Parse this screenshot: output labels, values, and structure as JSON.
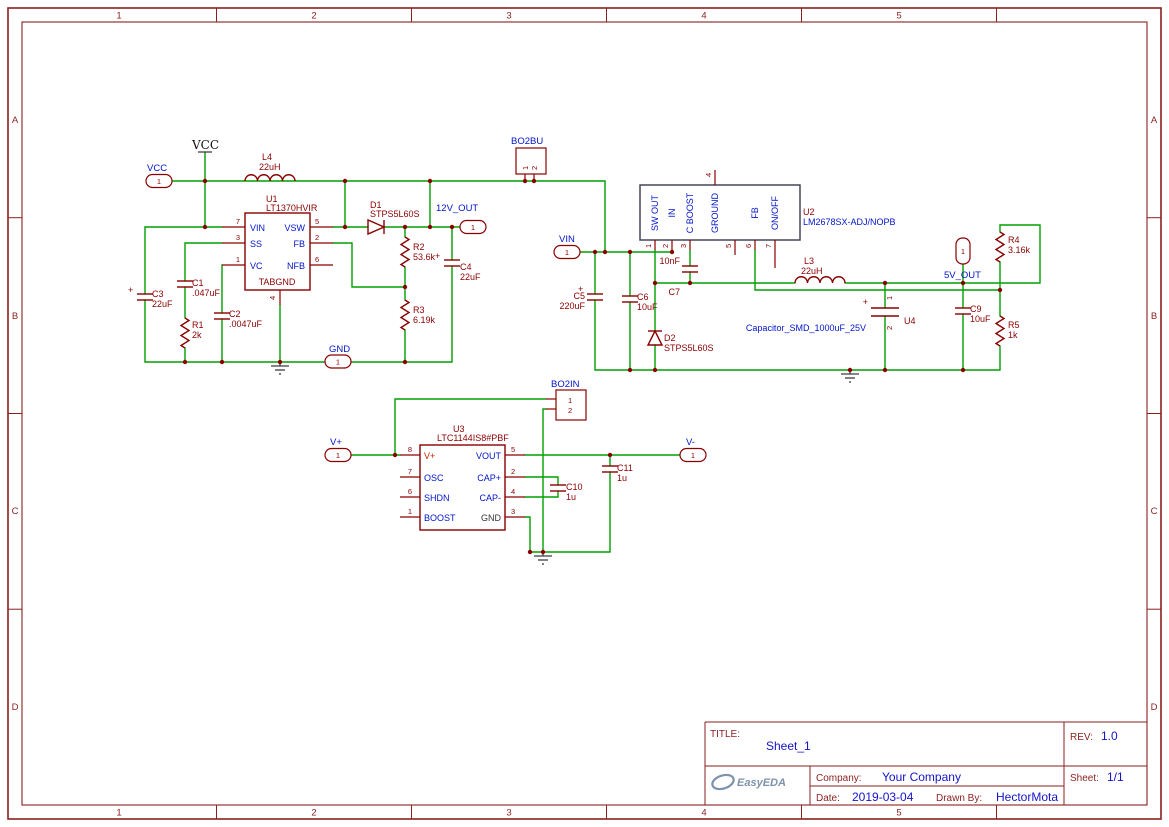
{
  "frame": {
    "columns": [
      "1",
      "2",
      "3",
      "4",
      "5"
    ],
    "rows": [
      "A",
      "B",
      "C",
      "D"
    ]
  },
  "title_block": {
    "title_label": "TITLE:",
    "title": "Sheet_1",
    "rev_label": "REV:",
    "rev": "1.0",
    "company_label": "Company:",
    "company": "Your Company",
    "sheet_label": "Sheet:",
    "sheet": "1/1",
    "date_label": "Date:",
    "date": "2019-03-04",
    "drawn_by_label": "Drawn By:",
    "drawn_by": "HectorMota",
    "logo": "EasyEDA"
  },
  "net_flags": {
    "vcc": "VCC"
  },
  "ports": {
    "vcc": {
      "label": "VCC",
      "pin": "1"
    },
    "out12": {
      "label": "12V_OUT",
      "pin": "1"
    },
    "gnd": {
      "label": "GND",
      "pin": "1"
    },
    "vin": {
      "label": "VIN",
      "pin": "1"
    },
    "out5": {
      "label": "5V_OUT",
      "pin": "1"
    },
    "vplus": {
      "label": "V+",
      "pin": "1"
    },
    "vminus": {
      "label": "V-",
      "pin": "1"
    }
  },
  "connectors": {
    "bo2bu": {
      "label": "BO2BU",
      "pin1": "1",
      "pin2": "2"
    },
    "bo2in": {
      "label": "BO2IN",
      "pin1": "1",
      "pin2": "2"
    }
  },
  "ics": {
    "u1": {
      "ref": "U1",
      "value": "LT1370HVIR",
      "left": [
        {
          "num": "7",
          "name": "VIN"
        },
        {
          "num": "3",
          "name": "SS"
        },
        {
          "num": "1",
          "name": "VC"
        }
      ],
      "right": [
        {
          "num": "5",
          "name": "VSW"
        },
        {
          "num": "2",
          "name": "FB"
        },
        {
          "num": "6",
          "name": "NFB"
        }
      ],
      "bottom": {
        "num": "4",
        "name": "TABGND"
      }
    },
    "u2": {
      "ref": "U2",
      "value": "LM2678SX-ADJ/NOPB",
      "top": {
        "num": "4",
        "name": "GROUND"
      },
      "bottom": [
        {
          "num": "1",
          "name": "SW OUT"
        },
        {
          "num": "2",
          "name": "IN"
        },
        {
          "num": "3",
          "name": "C BOOST"
        },
        {
          "num": "5",
          "name": ""
        },
        {
          "num": "6",
          "name": "FB"
        },
        {
          "num": "7",
          "name": "ON/OFF"
        }
      ]
    },
    "u3": {
      "ref": "U3",
      "value": "LTC1144IS8#PBF",
      "left": [
        {
          "num": "8",
          "name": "V+"
        },
        {
          "num": "7",
          "name": "OSC"
        },
        {
          "num": "6",
          "name": "SHDN"
        },
        {
          "num": "1",
          "name": "BOOST"
        }
      ],
      "right": [
        {
          "num": "5",
          "name": "VOUT"
        },
        {
          "num": "2",
          "name": "CAP+"
        },
        {
          "num": "4",
          "name": "CAP-"
        },
        {
          "num": "3",
          "name": "GND"
        }
      ]
    }
  },
  "passives": {
    "l4": {
      "ref": "L4",
      "value": "22uH"
    },
    "l3": {
      "ref": "L3",
      "value": "22uH"
    },
    "d1": {
      "ref": "D1",
      "value": "STPS5L60S"
    },
    "d2": {
      "ref": "D2",
      "value": "STPS5L60S"
    },
    "r1": {
      "ref": "R1",
      "value": "2k"
    },
    "r2": {
      "ref": "R2",
      "value": "53.6k"
    },
    "r3": {
      "ref": "R3",
      "value": "6.19k"
    },
    "r4": {
      "ref": "R4",
      "value": "3.16k"
    },
    "r5": {
      "ref": "R5",
      "value": "1k"
    },
    "c1": {
      "ref": "C1",
      "value": ".047uF"
    },
    "c2": {
      "ref": "C2",
      "value": ".0047uF"
    },
    "c3": {
      "ref": "C3",
      "value": "22uF",
      "plus": "+"
    },
    "c4": {
      "ref": "C4",
      "value": "22uF",
      "plus": "+"
    },
    "c5": {
      "ref": "C5",
      "value": "220uF",
      "plus": "+"
    },
    "c6": {
      "ref": "C6",
      "value": "10uF"
    },
    "c7": {
      "ref": "C7",
      "value": "10nF"
    },
    "c9": {
      "ref": "C9",
      "value": "10uF"
    },
    "c10": {
      "ref": "C10",
      "value": "1u"
    },
    "c11": {
      "ref": "C11",
      "value": "1u"
    },
    "u4": {
      "ref": "U4",
      "value": "Capacitor_SMD_1000uF_25V",
      "pin_top": "1",
      "pin_bottom": "2",
      "plus": "+"
    }
  }
}
